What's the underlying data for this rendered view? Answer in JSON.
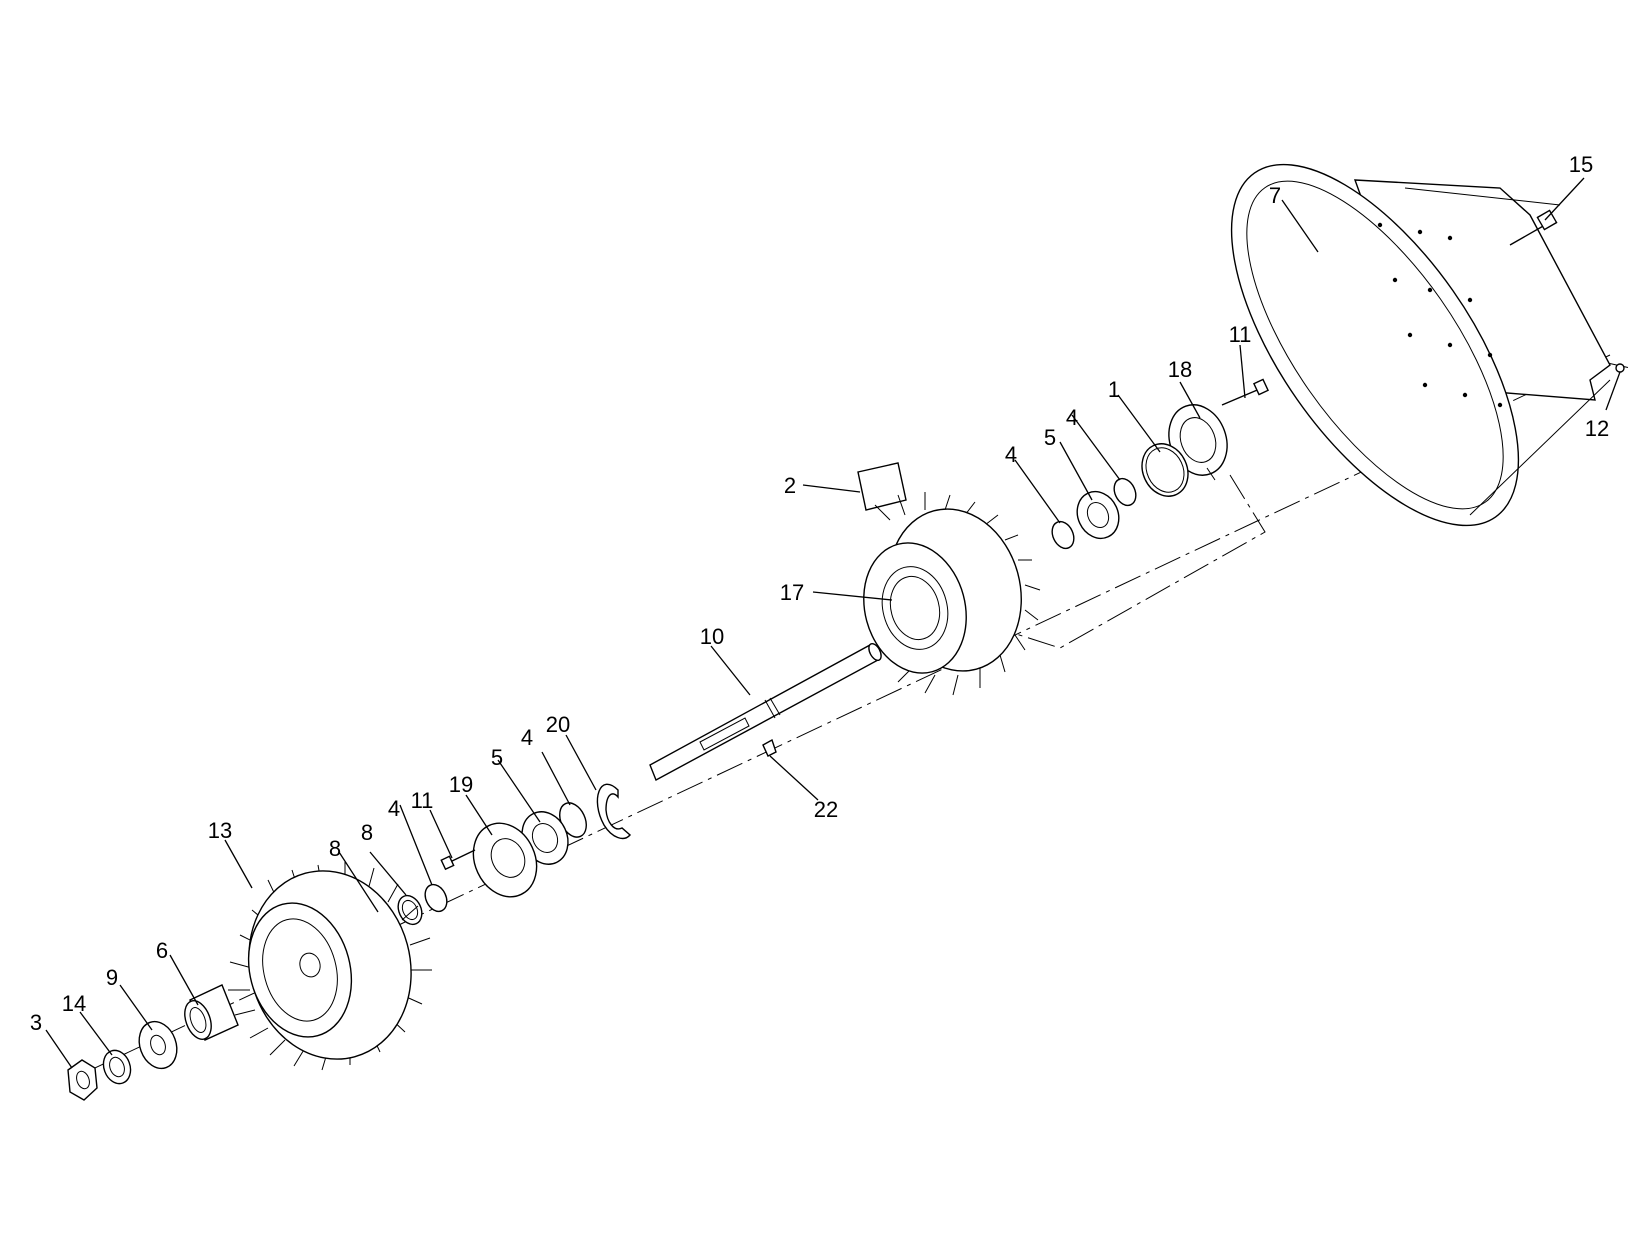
{
  "callouts": {
    "c1": "1",
    "c2": "2",
    "c3": "3",
    "c4a": "4",
    "c4b": "4",
    "c4c": "4",
    "c4d": "4",
    "c5a": "5",
    "c5b": "5",
    "c6": "6",
    "c7": "7",
    "c8a": "8",
    "c8b": "8",
    "c9": "9",
    "c10": "10",
    "c11a": "11",
    "c11b": "11",
    "c12": "12",
    "c13": "13",
    "c14": "14",
    "c15": "15",
    "c17": "17",
    "c18": "18",
    "c19": "19",
    "c20": "20",
    "c22": "22"
  }
}
